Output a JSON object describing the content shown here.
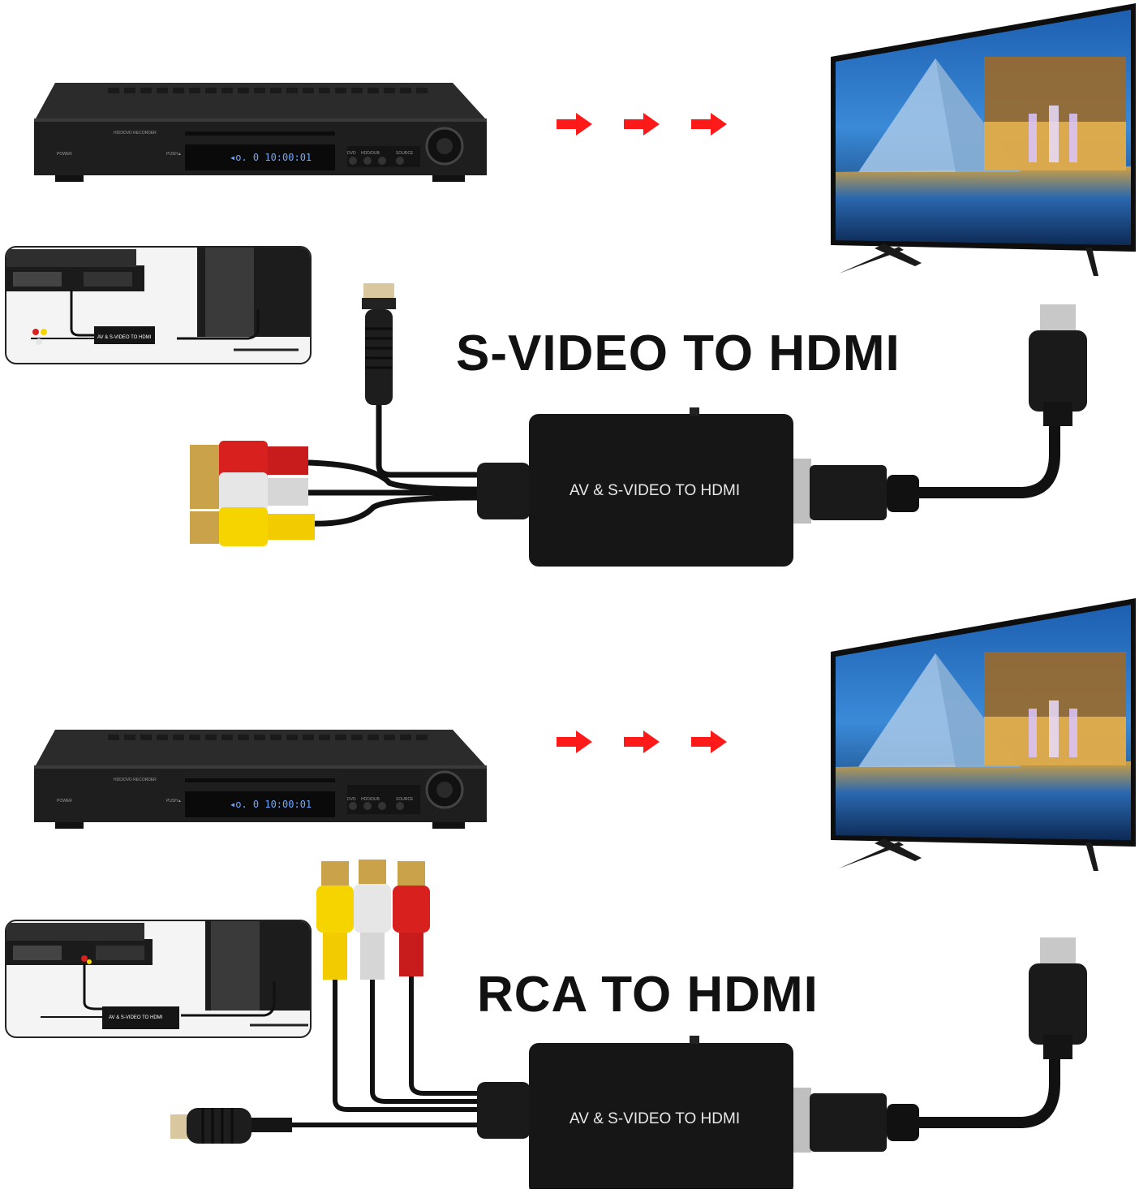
{
  "sections": [
    {
      "title": "S-VIDEO TO HDMI",
      "converter_label": "AV & S-VIDEO TO HDMI",
      "inset_label": "AV & S-VIDEO TO HDMI",
      "dvd": {
        "brand_text": "HDD/DVD RECORDER",
        "power_text": "POWER",
        "push_text": "PUSH▲",
        "display": "◂o. 0 10:00:01",
        "btn_labels": [
          "DVD",
          "HDD/DUB",
          "SOURCE"
        ]
      }
    },
    {
      "title": "RCA TO HDMI",
      "converter_label": "AV & S-VIDEO TO HDMI",
      "inset_label": "AV & S-VIDEO TO HDMI",
      "dvd": {
        "brand_text": "HDD/DVD RECORDER",
        "power_text": "POWER",
        "push_text": "PUSH▲",
        "display": "◂o. 0 10:00:01",
        "btn_labels": [
          "DVD",
          "HDD/DUB",
          "SOURCE"
        ]
      }
    }
  ],
  "colors": {
    "arrow": "#ff1a1a",
    "rca_red": "#d8201f",
    "rca_white": "#e6e6e6",
    "rca_yellow": "#f5d400",
    "device_black": "#1a1a1a"
  },
  "icons": [
    "dvd-recorder-icon",
    "arrow-right-icon",
    "television-icon",
    "hdmi-plug-icon",
    "s-video-plug-icon",
    "rca-plug-icon",
    "converter-box-icon"
  ]
}
